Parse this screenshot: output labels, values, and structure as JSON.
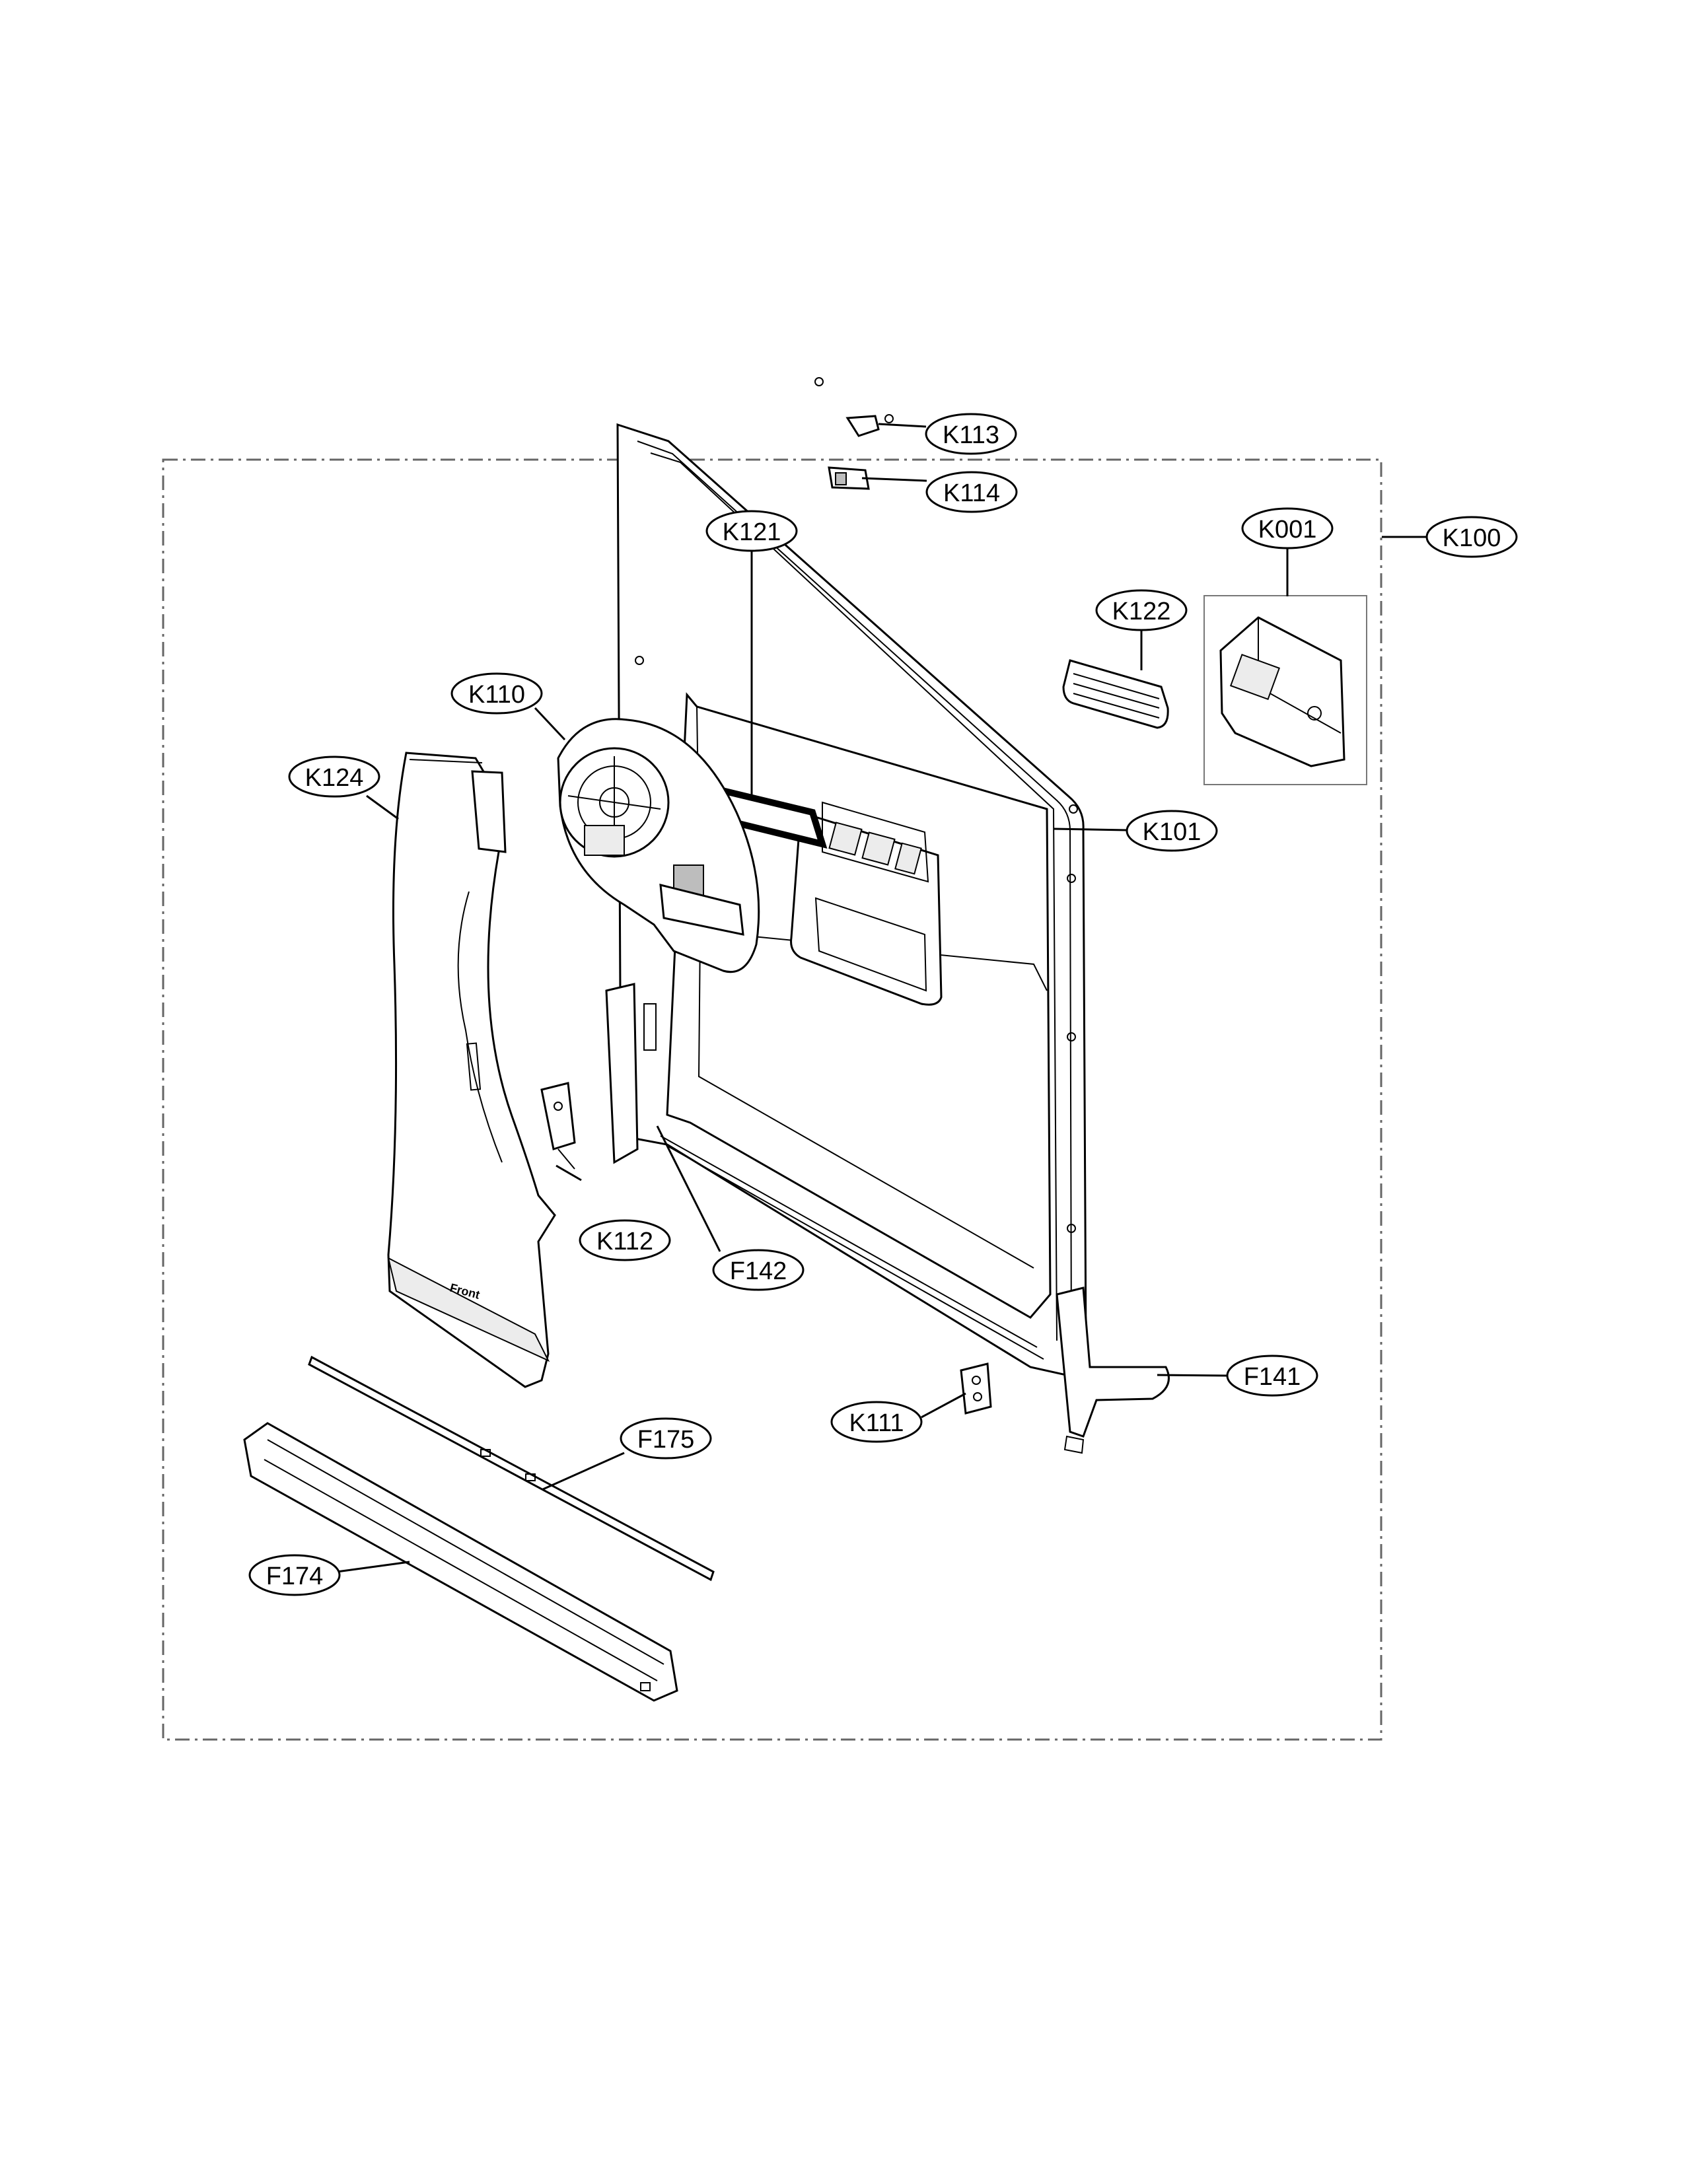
{
  "diagram": {
    "callouts": [
      {
        "id": "K100",
        "label": "K100"
      },
      {
        "id": "K001",
        "label": "K001"
      },
      {
        "id": "K121",
        "label": "K121"
      },
      {
        "id": "K113",
        "label": "K113"
      },
      {
        "id": "K114",
        "label": "K114"
      },
      {
        "id": "K122",
        "label": "K122"
      },
      {
        "id": "K110",
        "label": "K110"
      },
      {
        "id": "K124",
        "label": "K124"
      },
      {
        "id": "K101",
        "label": "K101"
      },
      {
        "id": "K112",
        "label": "K112"
      },
      {
        "id": "F142",
        "label": "F142"
      },
      {
        "id": "F141",
        "label": "F141"
      },
      {
        "id": "K111",
        "label": "K111"
      },
      {
        "id": "F175",
        "label": "F175"
      },
      {
        "id": "F174",
        "label": "F174"
      }
    ],
    "part_marking": "Front"
  }
}
